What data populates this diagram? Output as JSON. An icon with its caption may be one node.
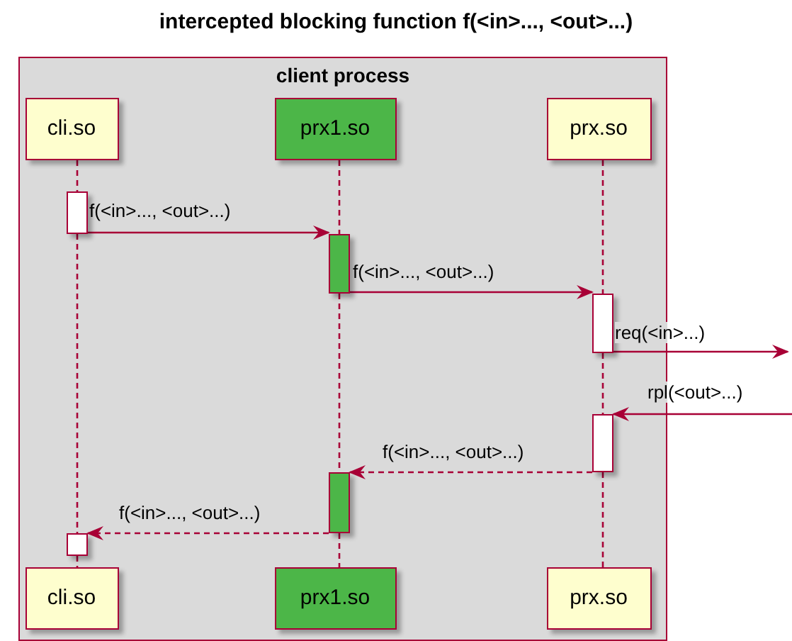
{
  "diagram": {
    "title": "intercepted blocking function f(<in>..., <out>...)",
    "nodes": [
      {
        "text": [
          "client process"
        ]
      },
      {
        "text": [
          "cli.so"
        ],
        "in": 0
      },
      {
        "text": [
          "prx1.so"
        ],
        "in": 0
      },
      {
        "text": [
          "prx.so"
        ],
        "in": 0
      },
      {
        "text": [
          "cli.so"
        ],
        "in": 0
      },
      {
        "text": [
          "prx1.so"
        ],
        "in": 0
      },
      {
        "text": [
          "prx.so"
        ],
        "in": 0
      },
      {
        "text": [],
        "shape": "bar",
        "in": 0
      },
      {
        "text": [],
        "shape": "bar",
        "in": 0
      },
      {
        "text": [],
        "shape": "bar",
        "in": 0
      },
      {
        "text": [],
        "shape": "bar",
        "in": 0
      },
      {
        "text": [],
        "shape": "bar",
        "in": 0
      },
      {
        "text": [],
        "shape": "bar",
        "in": 0
      }
    ],
    "edges": [
      {
        "from": 1,
        "to": 7,
        "arrow": "none",
        "style": "dashed"
      },
      {
        "from": 7,
        "to": 12,
        "arrow": "none",
        "style": "dashed"
      },
      {
        "from": 12,
        "to": 4,
        "arrow": "none",
        "style": "dashed"
      },
      {
        "from": 2,
        "to": 8,
        "arrow": "none",
        "style": "dashed"
      },
      {
        "from": 8,
        "to": 11,
        "arrow": "none",
        "style": "dashed"
      },
      {
        "from": 11,
        "to": 5,
        "arrow": "none",
        "style": "dashed"
      },
      {
        "from": 3,
        "to": 9,
        "arrow": "none",
        "style": "dashed"
      },
      {
        "from": 9,
        "to": 10,
        "arrow": "none",
        "style": "dashed"
      },
      {
        "from": 10,
        "to": 6,
        "arrow": "none",
        "style": "dashed"
      },
      {
        "from": 7,
        "to": 8,
        "arrow": "to",
        "label": "f(<in>..., <out>...)"
      },
      {
        "from": 8,
        "to": 9,
        "arrow": "to",
        "label": "f(<in>..., <out>...)"
      },
      {
        "from": 9,
        "to": null,
        "arrow": "to",
        "label": "req(<in>...)"
      },
      {
        "from": null,
        "to": 10,
        "arrow": "to",
        "label": "rpl(<out>...)"
      },
      {
        "from": 10,
        "to": 11,
        "arrow": "to",
        "style": "dashed",
        "label": "f(<in>..., <out>...)"
      },
      {
        "from": 11,
        "to": 12,
        "arrow": "to",
        "style": "dashed",
        "label": "f(<in>..., <out>...)"
      }
    ]
  }
}
